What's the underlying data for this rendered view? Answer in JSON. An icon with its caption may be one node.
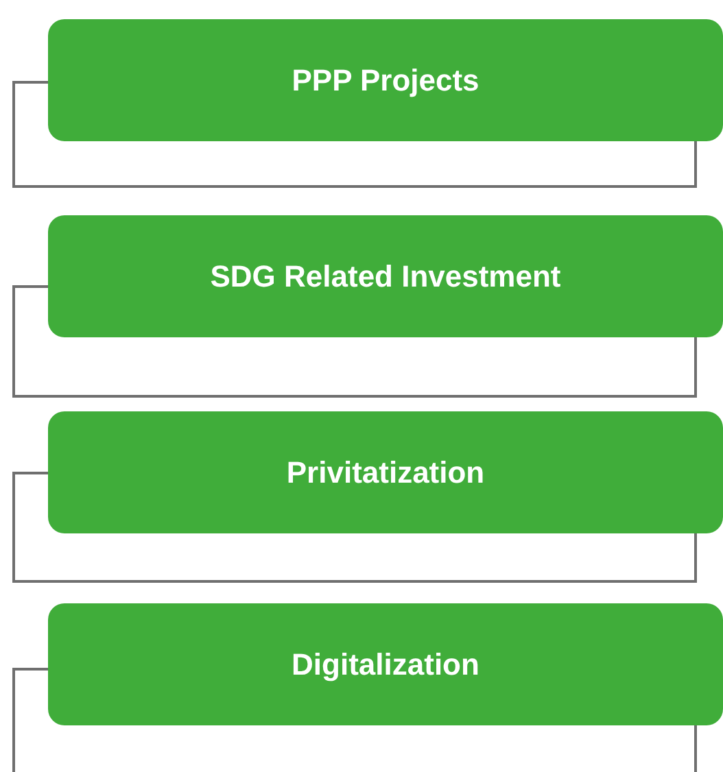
{
  "diagram": {
    "nodes": [
      {
        "text": [
          "PPP Projects"
        ]
      },
      {
        "text": [
          "SDG Related Investment"
        ]
      },
      {
        "text": [
          "Privitatization"
        ]
      },
      {
        "text": [
          "Digitalization"
        ]
      }
    ]
  }
}
